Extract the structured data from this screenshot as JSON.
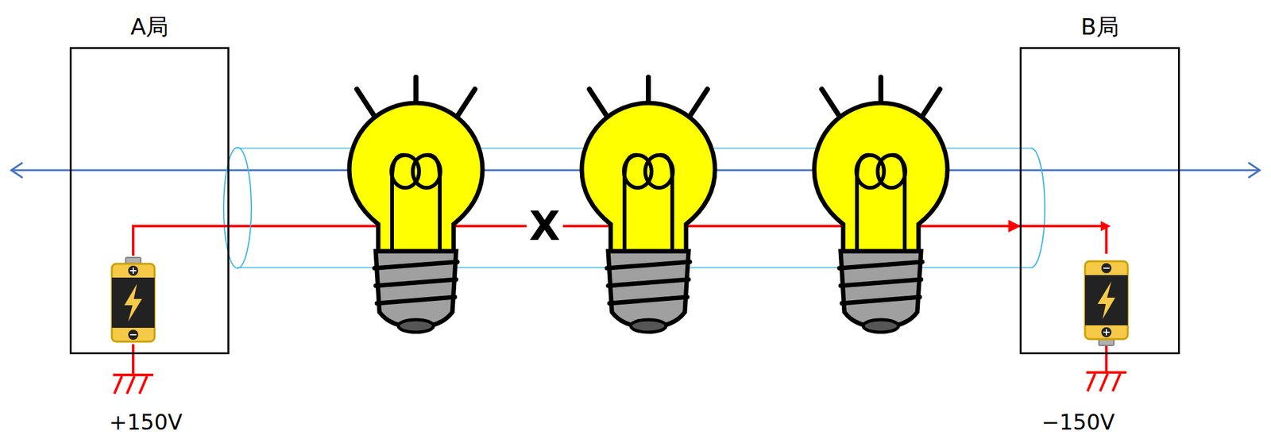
{
  "diagram": {
    "nodes": [
      {
        "text": [
          "A局"
        ]
      },
      {
        "text": [
          "B局"
        ]
      }
    ],
    "edges": [
      {
        "from": 0,
        "to": 1,
        "arrow": "to"
      }
    ],
    "labels": [
      "X",
      "+150V",
      "−150V"
    ]
  }
}
